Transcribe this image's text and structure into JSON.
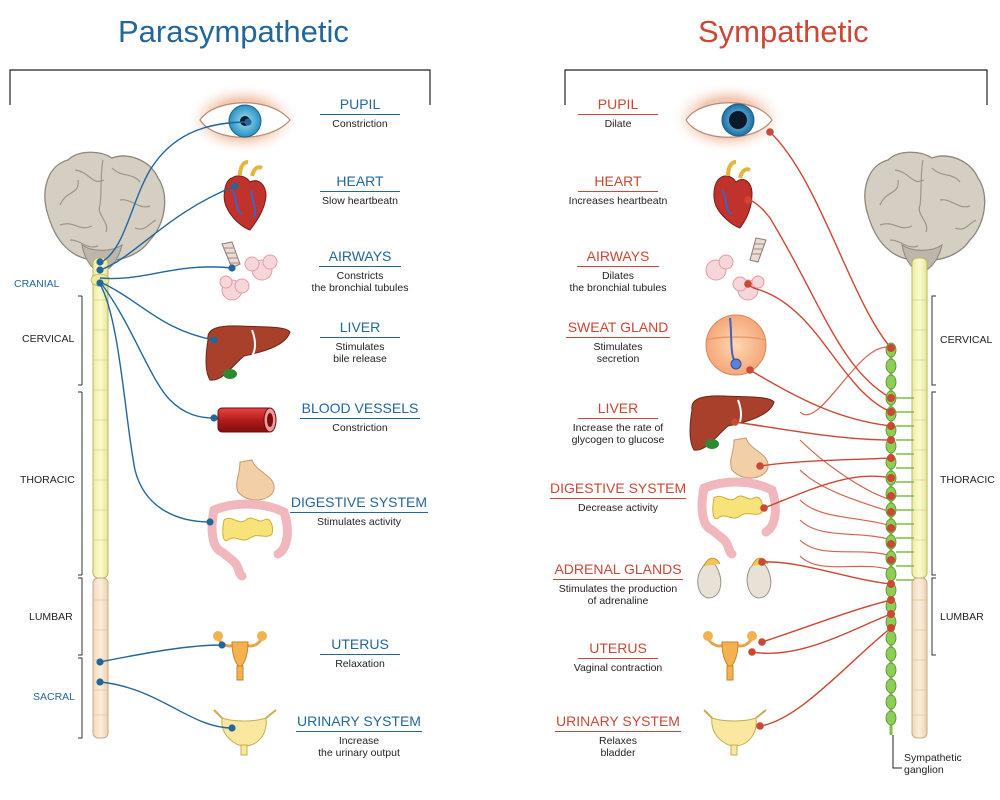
{
  "titles": {
    "parasympathetic": "Parasympathetic",
    "sympathetic": "Sympathetic"
  },
  "parasympathetic": {
    "regions": {
      "cranial": "CRANIAL",
      "cervical": "CERVICAL",
      "thoracic": "THORACIC",
      "lumbar": "LUMBAR",
      "sacral": "SACRAL"
    },
    "organs": [
      {
        "name": "PUPIL",
        "effect": "Constriction"
      },
      {
        "name": "HEART",
        "effect": "Slow heartbeatn"
      },
      {
        "name": "AIRWAYS",
        "effect": "Constricts\nthe bronchial tubules"
      },
      {
        "name": "LIVER",
        "effect": "Stimulates\nbile release"
      },
      {
        "name": "BLOOD VESSELS",
        "effect": "Constriction"
      },
      {
        "name": "DIGESTIVE SYSTEM",
        "effect": "Stimulates activity"
      },
      {
        "name": "UTERUS",
        "effect": "Relaxation"
      },
      {
        "name": "URINARY SYSTEM",
        "effect": "Increase\nthe urinary output"
      }
    ]
  },
  "sympathetic": {
    "regions": {
      "cervical": "CERVICAL",
      "thoracic": "THORACIC",
      "lumbar": "LUMBAR"
    },
    "ganglion_label": "Sympathetic\nganglion",
    "organs": [
      {
        "name": "PUPIL",
        "effect": "Dilate"
      },
      {
        "name": "HEART",
        "effect": "Increases heartbeatn"
      },
      {
        "name": "AIRWAYS",
        "effect": "Dilates\nthe bronchial tubules"
      },
      {
        "name": "SWEAT GLAND",
        "effect": "Stimulates\nsecretion"
      },
      {
        "name": "LIVER",
        "effect": "Increase the rate of\nglycogen to glucose"
      },
      {
        "name": "DIGESTIVE SYSTEM",
        "effect": "Decrease activity"
      },
      {
        "name": "ADRENAL GLANDS",
        "effect": "Stimulates the production\nof adrenaline"
      },
      {
        "name": "UTERUS",
        "effect": "Vaginal contraction"
      },
      {
        "name": "URINARY SYSTEM",
        "effect": "Relaxes\nbladder"
      }
    ]
  },
  "colors": {
    "parasympathetic": "#23669a",
    "sympathetic": "#cc4734",
    "ganglion": "#7cc242"
  }
}
